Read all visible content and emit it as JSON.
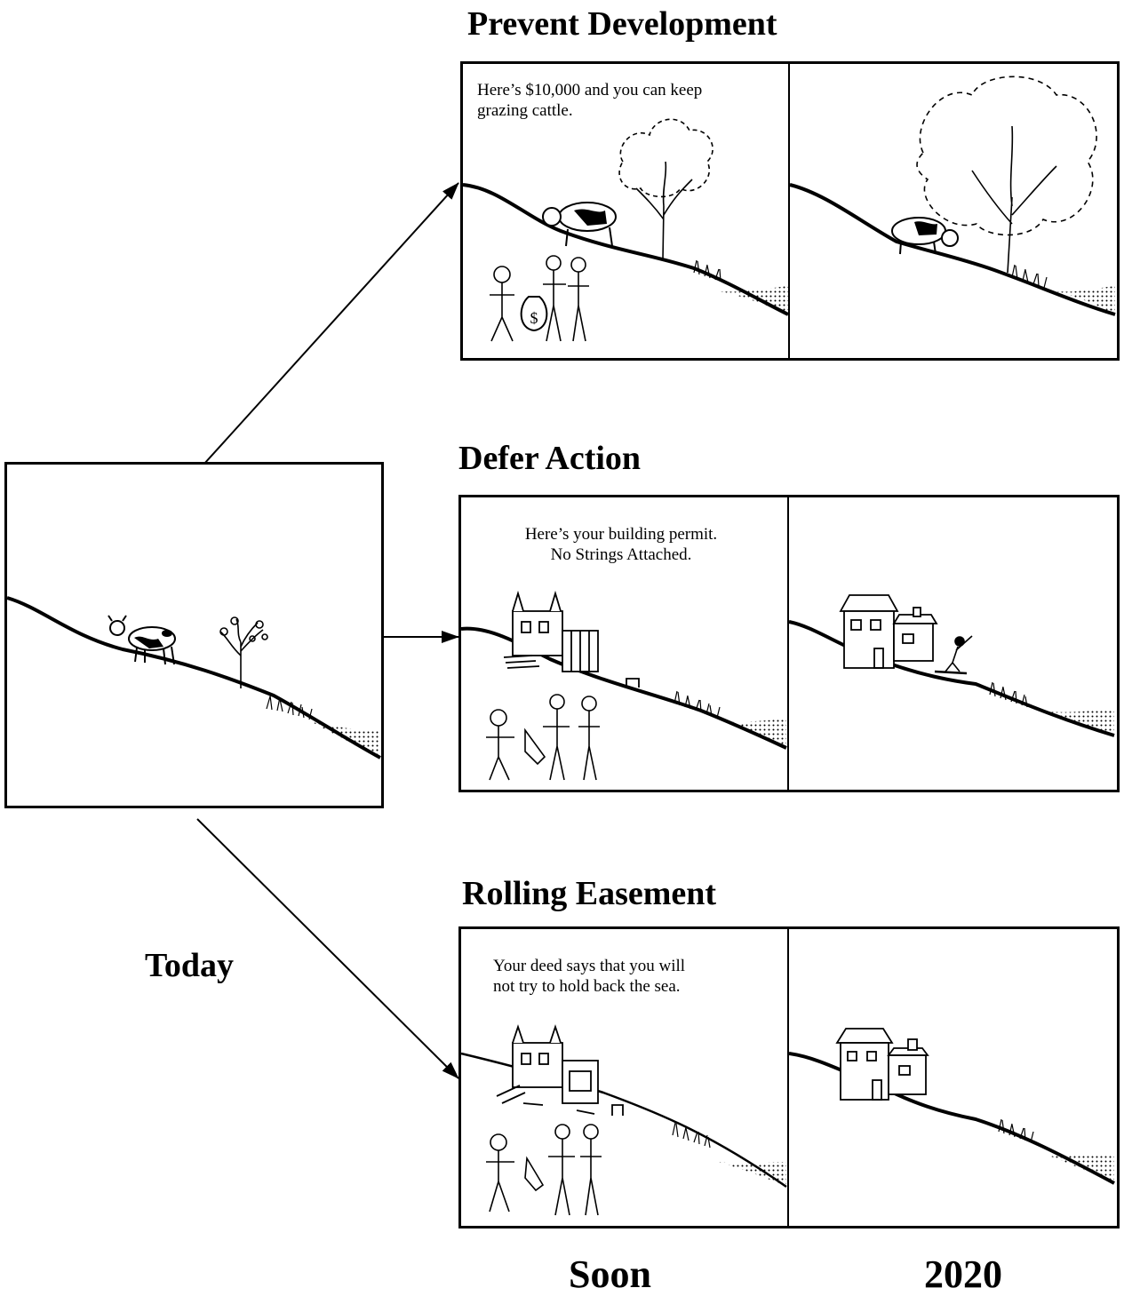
{
  "labels": {
    "today": "Today",
    "soon": "Soon",
    "future": "2020"
  },
  "scenarios": [
    {
      "title": "Prevent Development",
      "caption_lines": [
        "Here’s $10,000 and you can keep",
        "grazing cattle."
      ]
    },
    {
      "title": "Defer Action",
      "caption_lines": [
        "Here’s your building permit.",
        "No Strings Attached."
      ]
    },
    {
      "title": "Rolling Easement",
      "caption_lines": [
        "Your deed says that you will",
        "not try to hold back the sea."
      ]
    }
  ],
  "icons": {
    "money_bag": "$"
  }
}
